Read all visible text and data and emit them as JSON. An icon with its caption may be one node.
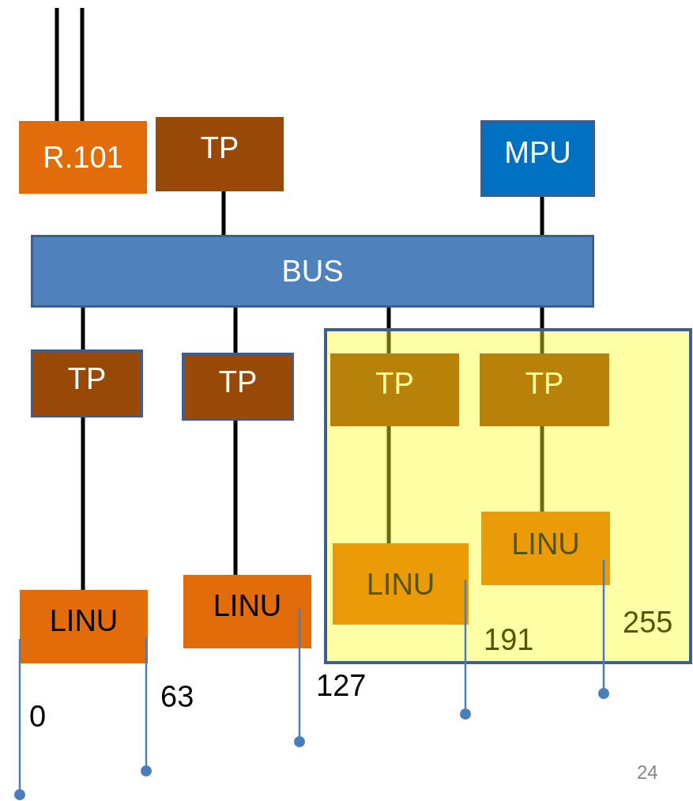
{
  "diagram": {
    "nodes": [
      {
        "text": [
          "R.101"
        ]
      },
      {
        "text": [
          "TP"
        ]
      },
      {
        "text": [
          "MPU"
        ]
      },
      {
        "text": [
          "BUS"
        ]
      },
      {
        "text": [],
        "shape": "box"
      },
      {
        "text": [
          "TP"
        ]
      },
      {
        "text": [
          "TP"
        ]
      },
      {
        "text": [
          "TP"
        ],
        "in": 4
      },
      {
        "text": [
          "TP"
        ],
        "in": 4
      },
      {
        "text": [
          "LINU"
        ]
      },
      {
        "text": [
          "LINU"
        ]
      },
      {
        "text": [
          "LINU"
        ],
        "in": 4
      },
      {
        "text": [
          "LINU"
        ],
        "in": 4
      }
    ],
    "edges": [
      {
        "from": null,
        "to": 0,
        "arrow": "none"
      },
      {
        "from": null,
        "to": 0,
        "arrow": "none"
      },
      {
        "from": 1,
        "to": 3,
        "arrow": "none"
      },
      {
        "from": 2,
        "to": 3,
        "arrow": "none"
      },
      {
        "from": 3,
        "to": 5,
        "arrow": "none"
      },
      {
        "from": 3,
        "to": 6,
        "arrow": "none"
      },
      {
        "from": 3,
        "to": 7,
        "arrow": "none"
      },
      {
        "from": 3,
        "to": 8,
        "arrow": "none"
      },
      {
        "from": 5,
        "to": 9,
        "arrow": "none"
      },
      {
        "from": 6,
        "to": 10,
        "arrow": "none"
      },
      {
        "from": 7,
        "to": 11,
        "arrow": "none"
      },
      {
        "from": 8,
        "to": 12,
        "arrow": "none"
      }
    ],
    "labels": [
      "0",
      "63",
      "127",
      "191",
      "255",
      "24"
    ]
  }
}
